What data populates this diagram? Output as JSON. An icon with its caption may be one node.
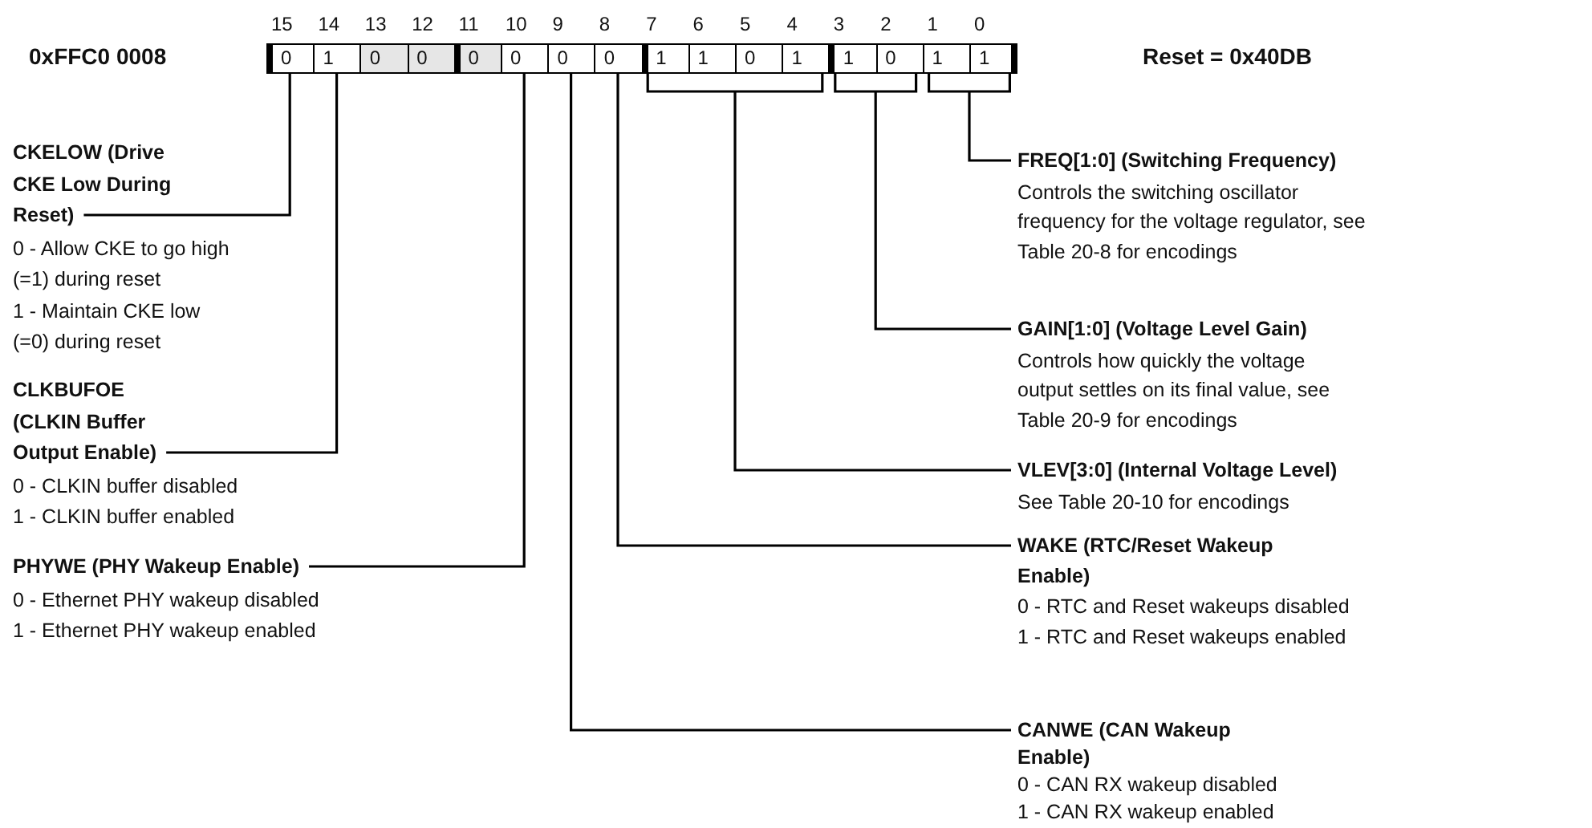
{
  "diagram": {
    "nodes": [
      {
        "text": [
          "0"
        ]
      },
      {
        "text": [
          "1"
        ]
      },
      {
        "text": [
          "0"
        ]
      },
      {
        "text": [
          "0"
        ]
      },
      {
        "text": [
          "0"
        ]
      },
      {
        "text": [
          "0"
        ]
      },
      {
        "text": [
          "0"
        ]
      },
      {
        "text": [
          "0"
        ]
      },
      {
        "text": [
          "1"
        ]
      },
      {
        "text": [
          "1"
        ]
      },
      {
        "text": [
          "0"
        ]
      },
      {
        "text": [
          "1"
        ]
      },
      {
        "text": [
          "1"
        ]
      },
      {
        "text": [
          "0"
        ]
      },
      {
        "text": [
          "1"
        ]
      },
      {
        "text": [
          "1"
        ]
      },
      {
        "text": [
          "CKELOW (Drive CKE Low During Reset)",
          "0 - Allow CKE to go high (=1) during reset",
          "1 - Maintain CKE low (=0) during reset"
        ]
      },
      {
        "text": [
          "CLKBUFOE (CLKIN Buffer Output Enable)",
          "0 - CLKIN buffer disabled",
          "1 - CLKIN buffer enabled"
        ]
      },
      {
        "text": [
          "PHYWE (PHY Wakeup Enable)",
          "0 - Ethernet PHY wakeup disabled",
          "1 - Ethernet PHY wakeup enabled"
        ]
      },
      {
        "text": [
          "FREQ[1:0] (Switching Frequency)",
          "Controls the switching oscillator frequency for the voltage regulator, see Table 20-8 for encodings"
        ]
      },
      {
        "text": [
          "GAIN[1:0] (Voltage Level Gain)",
          "Controls how quickly the voltage output settles on its final value, see Table 20-9 for encodings"
        ]
      },
      {
        "text": [
          "VLEV[3:0] (Internal Voltage Level)",
          "See Table 20-10 for encodings"
        ]
      },
      {
        "text": [
          "WAKE (RTC/Reset Wakeup Enable)",
          "0 - RTC and Reset wakeups disabled",
          "1 - RTC and Reset wakeups enabled"
        ]
      },
      {
        "text": [
          "CANWE (CAN Wakeup Enable)",
          "0 - CAN RX wakeup disabled",
          "1 - CAN RX wakeup enabled"
        ]
      }
    ],
    "edges": [
      {
        "from": 16,
        "to": 0,
        "arrow": "none"
      },
      {
        "from": 17,
        "to": 1,
        "arrow": "none"
      },
      {
        "from": 18,
        "to": 5,
        "arrow": "none"
      },
      {
        "from": 19,
        "to": 14,
        "arrow": "none"
      },
      {
        "from": 19,
        "to": 15,
        "arrow": "none"
      },
      {
        "from": 20,
        "to": 12,
        "arrow": "none"
      },
      {
        "from": 20,
        "to": 13,
        "arrow": "none"
      },
      {
        "from": 21,
        "to": 8,
        "arrow": "none"
      },
      {
        "from": 21,
        "to": 9,
        "arrow": "none"
      },
      {
        "from": 21,
        "to": 10,
        "arrow": "none"
      },
      {
        "from": 21,
        "to": 11,
        "arrow": "none"
      },
      {
        "from": 22,
        "to": 7,
        "arrow": "none"
      },
      {
        "from": 23,
        "to": 6,
        "arrow": "none"
      }
    ],
    "labels": [
      "15",
      "14",
      "13",
      "12",
      "11",
      "10",
      "9",
      "8",
      "7",
      "6",
      "5",
      "4",
      "3",
      "2",
      "1",
      "0",
      "0xFFC0 0008",
      "Reset = 0x40DB"
    ]
  }
}
